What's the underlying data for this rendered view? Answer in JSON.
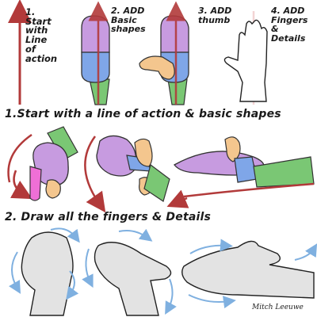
{
  "steps": [
    {
      "label": "1.\nStart\nwith\nLine\nof\naction"
    },
    {
      "label": "2. ADD\nBasic\nshapes"
    },
    {
      "label": "3. ADD\nthumb"
    },
    {
      "label": "4. ADD\nFingers\n&\nDetails"
    }
  ],
  "sections": [
    {
      "title": "1.Start with a line of action & basic shapes"
    },
    {
      "title": "2. Draw all the fingers & Details"
    }
  ],
  "signature": "Mitch Leeuwe",
  "colors": {
    "line_of_action": "#b23a3a",
    "purple": "#c79be0",
    "blue": "#7fa6e8",
    "green": "#7ac774",
    "thumb": "#f4c68e",
    "pink": "#ef6fd6",
    "skin_gray": "#d9d9d9",
    "motion_arrows": "#7fb0e0"
  }
}
